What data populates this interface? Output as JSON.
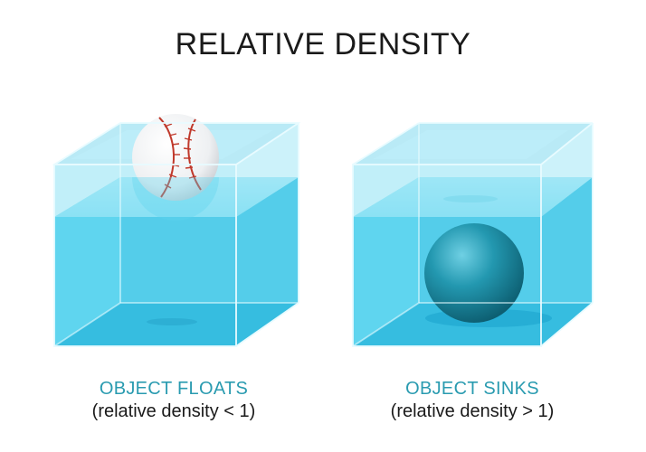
{
  "title": "RELATIVE DENSITY",
  "panels": [
    {
      "heading": "OBJECT FLOATS",
      "subtitle": "(relative density < 1)"
    },
    {
      "heading": "OBJECT SINKS",
      "subtitle": "(relative density > 1)"
    }
  ],
  "colors": {
    "water": "#5fd5ef",
    "glass_edge": "#ffffff",
    "caption_heading": "#2a9bb0",
    "ball_sink": "#1f8ea5",
    "baseball_stitch": "#c0392b"
  },
  "icons": {
    "floating_object": "baseball-icon",
    "sinking_object": "sphere-icon"
  }
}
